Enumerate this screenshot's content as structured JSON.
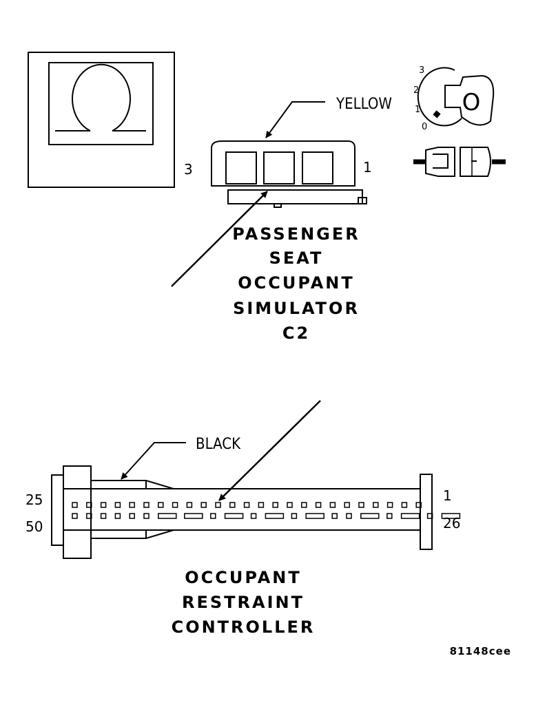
{
  "c2": {
    "color_label": "YELLOW",
    "pin_left": "3",
    "pin_right": "1",
    "title_lines": [
      "PASSENGER",
      "SEAT",
      "OCCUPANT",
      "SIMULATOR",
      "C2"
    ]
  },
  "ignition": {
    "positions": [
      "3",
      "2",
      "1",
      "0"
    ],
    "key_symbol": "O"
  },
  "orc": {
    "color_label": "BLACK",
    "pin_top_left": "25",
    "pin_bottom_left": "50",
    "pin_top_right": "1",
    "pin_bottom_right": "26",
    "title_lines": [
      "OCCUPANT",
      "RESTRAINT",
      "CONTROLLER"
    ]
  },
  "figure_id": "81148cee"
}
